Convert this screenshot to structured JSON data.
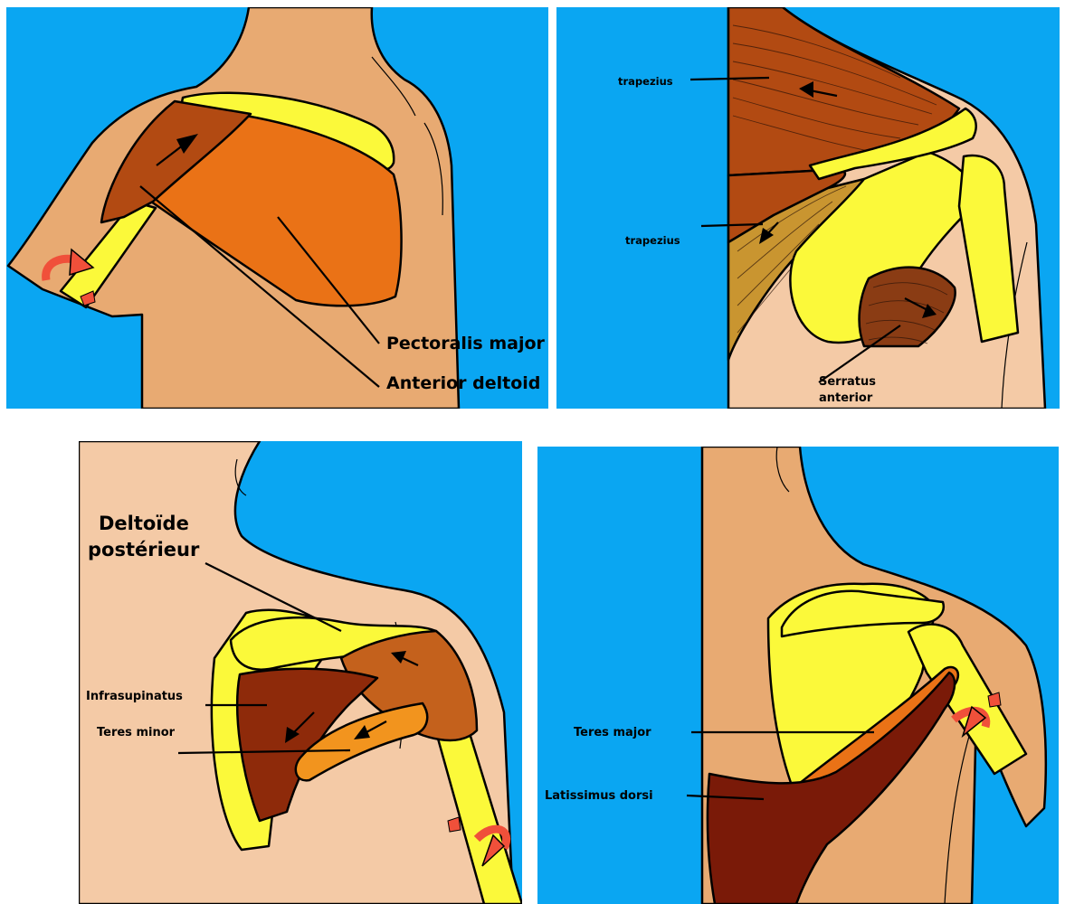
{
  "colors": {
    "background": "#0aa6f2",
    "skin_tan": "#e8aa72",
    "skin_light": "#f4caa6",
    "bone": "#fbf93a",
    "muscle_dark": "#b24a12",
    "muscle_orange": "#ea7216",
    "muscle_maroon": "#7a1a08",
    "muscle_brown": "#c4611c",
    "muscle_light_orange": "#f2941e",
    "arrow_red": "#f0503a"
  },
  "panels": {
    "anterior": {
      "labels": {
        "pectoralis": "Pectoralis major",
        "deltoid": "Anterior deltoid"
      }
    },
    "trapezius": {
      "labels": {
        "upper": "trapezius",
        "lower": "trapezius",
        "serratus_1": "Serratus",
        "serratus_2": "anterior"
      }
    },
    "posterior": {
      "labels": {
        "deltoid_1": "Deltoïde",
        "deltoid_2": "postérieur",
        "infraspinatus": "Infrasupinatus",
        "teres_minor": "Teres minor"
      }
    },
    "latissimus": {
      "labels": {
        "teres_major": "Teres major",
        "latissimus": "Latissimus dorsi"
      }
    }
  }
}
